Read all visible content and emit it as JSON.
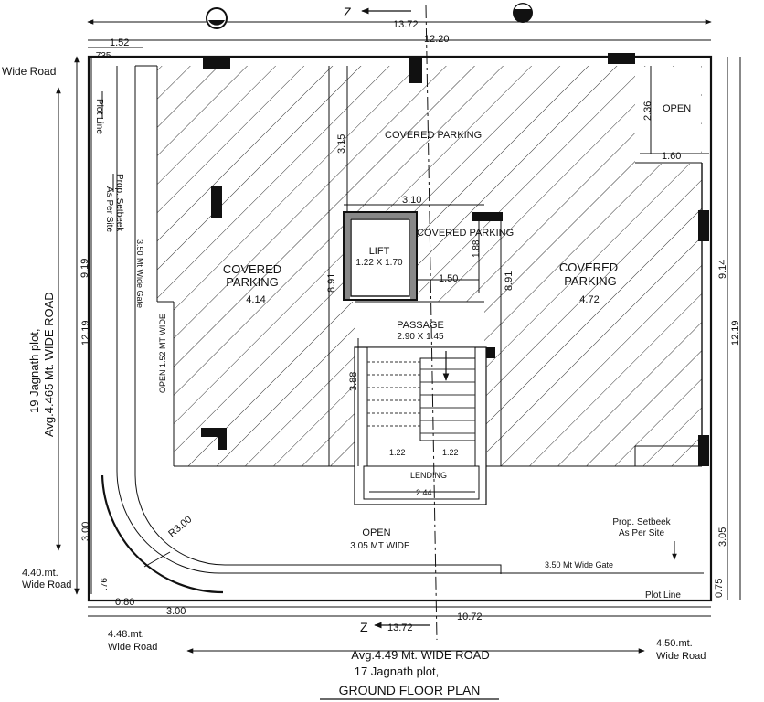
{
  "title": "GROUND FLOOR PLAN",
  "top_road": {
    "north_marker": "Z",
    "width": "13.72"
  },
  "bottom_road": {
    "north_marker": "Z",
    "width": "13.72"
  },
  "dimensions": {
    "top_1_52": "1.52",
    "top_12_20": "12.20",
    "top_735": ".735",
    "left_9_19": "9.19",
    "left_12_19": "12.19",
    "left_3_00": "3.00",
    "left_76": ".76",
    "right_9_14": "9.14",
    "right_12_19": "12.19",
    "right_3_05": "3.05",
    "right_0_75": "0.75",
    "bottom_0_80": "0.80",
    "bottom_3_00": "3.00",
    "bottom_10_72": "10.72",
    "d_3_15": "3.15",
    "d_8_91_left": "8.91",
    "d_8_91_right": "8.91",
    "d_3_10": "3.10",
    "d_1_88": "1.88",
    "d_1_50": "1.50",
    "d_3_88": "3.88",
    "d_1_22_a": "1.22",
    "d_1_22_b": "1.22",
    "d_2_44": "2.44",
    "open_2_36": "2.36",
    "open_1_60": "1.60",
    "radius": "R3.00"
  },
  "labels": {
    "wide_road_top_left": "Wide Road",
    "plot_line_left": "Plot Line",
    "prop_setbeek_left_1": "Prop. Setbeek",
    "prop_setbeek_left_2": "As Per Site",
    "gate_left": "3.50 Mt Wide Gate",
    "open_left": "OPEN 1.52 MT WIDE",
    "covered_parking_top": "COVERED PARKING",
    "covered_parking_mid": "COVERED PARKING",
    "covered_left_1": "COVERED",
    "covered_left_2": "PARKING",
    "covered_left_3": "4.14",
    "covered_right_1": "COVERED",
    "covered_right_2": "PARKING",
    "covered_right_3": "4.72",
    "lift_1": "LIFT",
    "lift_2": "1.22 X 1.70",
    "passage_1": "PASSAGE",
    "passage_2": "2.90 X 1.45",
    "lending": "LENDING",
    "open_top_right": "OPEN",
    "open_bottom_1": "OPEN",
    "open_bottom_2": "3.05 MT WIDE",
    "prop_setbeek_right_1": "Prop. Setbeek",
    "prop_setbeek_right_2": "As Per Site",
    "gate_bottom": "3.50 Mt Wide Gate",
    "plot_line_bottom": "Plot Line",
    "left_plot_1": "19 Jagnath plot,",
    "left_plot_2": "Avg.4.465 Mt. WIDE ROAD",
    "road_440_1": "4.40.mt.",
    "road_440_2": "Wide Road",
    "road_448_1": "4.48.mt.",
    "road_448_2": "Wide Road",
    "road_450_1": "4.50.mt.",
    "road_450_2": "Wide Road",
    "bottom_road": "Avg.4.49 Mt. WIDE ROAD",
    "bottom_plot": "17 Jagnath plot,"
  }
}
